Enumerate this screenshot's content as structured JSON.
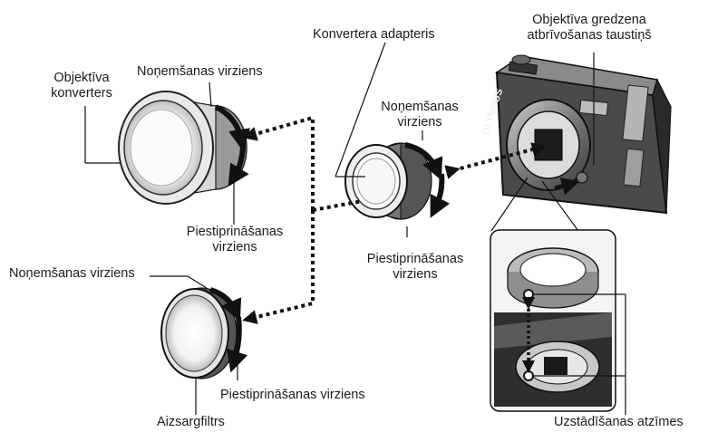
{
  "labels": {
    "lens_converter": [
      "Objektīva",
      "konverters"
    ],
    "removal_direction_top": "Noņemšanas virziens",
    "converter_adapter": "Konvertera adapteris",
    "lens_ring_release_button": [
      "Objektīva gredzena",
      "atbrīvošanas taustiņš"
    ],
    "removal_direction_adapter": [
      "Noņemšanas",
      "virziens"
    ],
    "attach_direction_converter": [
      "Piestiprināšanas",
      "virziens"
    ],
    "attach_direction_adapter": [
      "Piestiprināšanas",
      "virziens"
    ],
    "removal_direction_filter": "Noņemšanas virziens",
    "attach_direction_filter": "Piestiprināšanas virziens",
    "protective_filter": "Aizsargfiltrs",
    "mounting_marks": "Uzstādīšanas atzīmes",
    "camera_brand": "OLYMPUS"
  }
}
